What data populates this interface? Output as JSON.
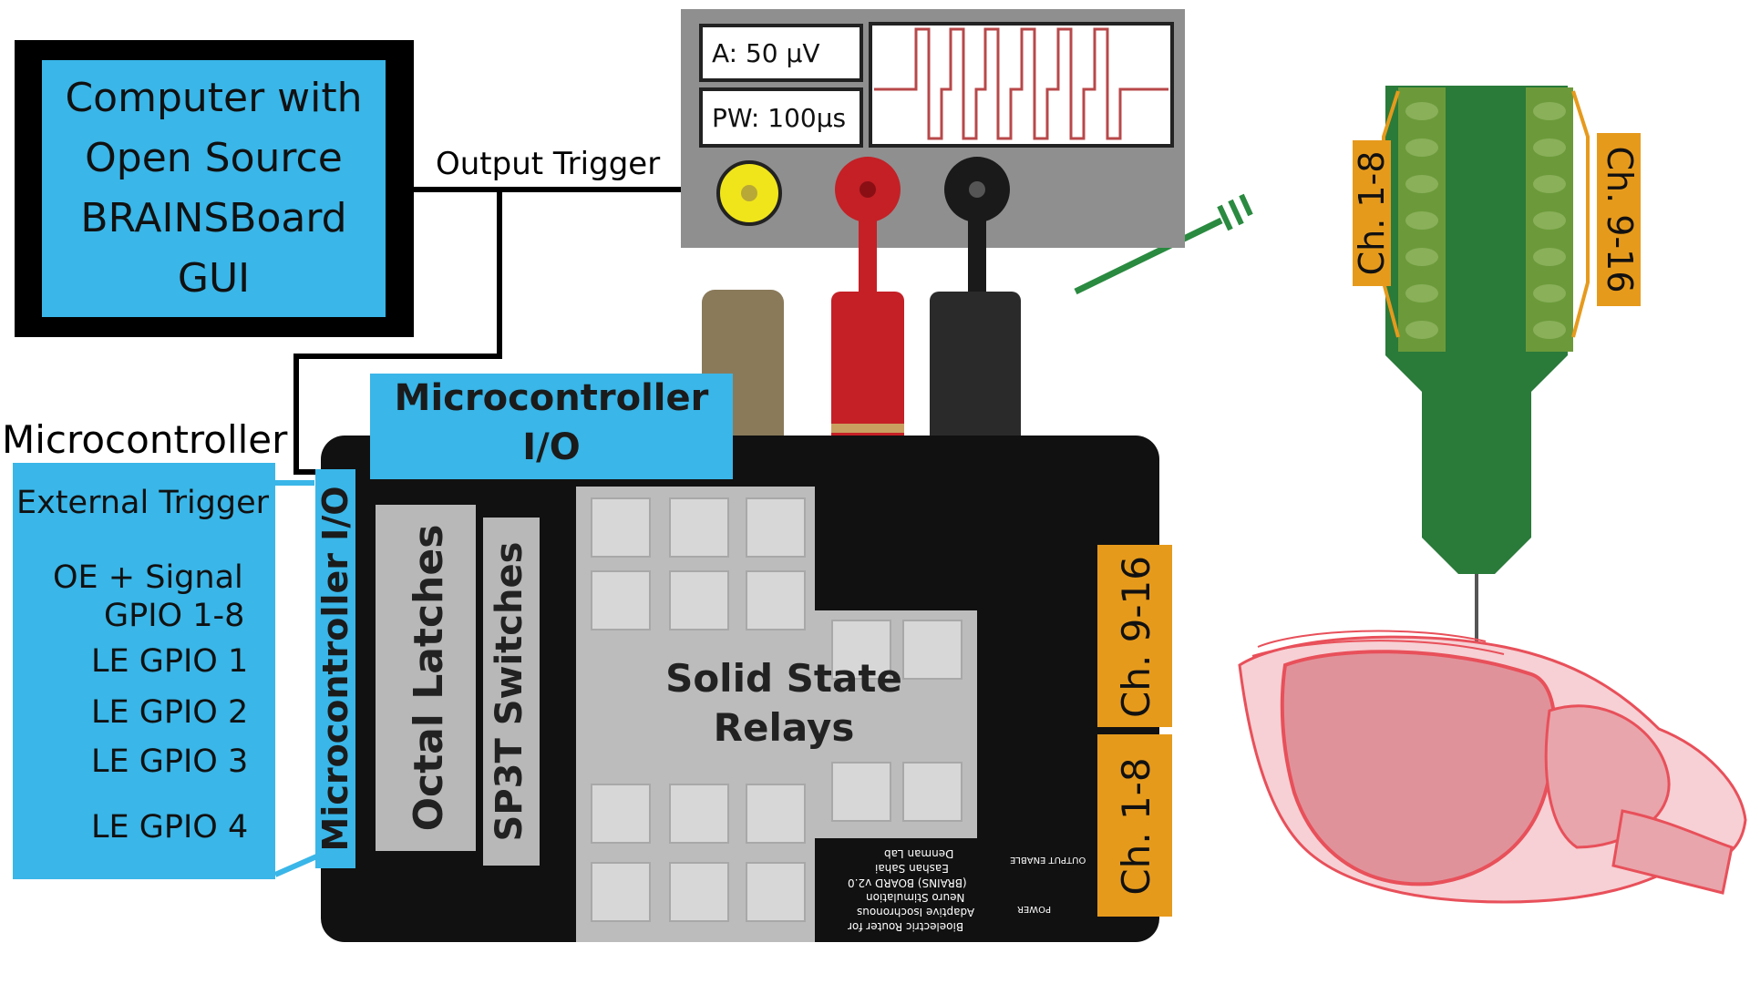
{
  "computer": {
    "lines": [
      "Computer with",
      "Open Source",
      "BRAINSBoard",
      "GUI"
    ]
  },
  "output_trigger_label": "Output Trigger",
  "microcontroller_label": "Microcontroller",
  "io_panel": {
    "external_trigger": "External Trigger",
    "oe_signal": "OE + Signal",
    "gpio_1_8": "GPIO 1-8",
    "le_gpio_1": "LE GPIO 1",
    "le_gpio_2": "LE GPIO 2",
    "le_gpio_3": "LE GPIO 3",
    "le_gpio_4": "LE GPIO 4"
  },
  "stimulator": {
    "amplitude": "A: 50 μV",
    "pulse_width": "PW: 100μs"
  },
  "board": {
    "mcu_header_label": "Microcontroller I/O",
    "mcu_header_line1": "Microcontroller",
    "mcu_header_line2": "I/O",
    "side_header_label": "Microcontroller I/O",
    "octal_latches": "Octal Latches",
    "sp3t_switches": "SP3T Switches",
    "ssr_line1": "Solid State",
    "ssr_line2": "Relays",
    "ch_9_16": "Ch. 9-16",
    "ch_1_8": "Ch. 1-8",
    "silk_lines": [
      "Bioelectric Router for",
      "Adaptive Isochronous",
      "Neuro Stimulation",
      "(BRAINS) BOARD v2.0",
      "Eashan Sahai",
      "Denman Lab"
    ],
    "output_enable": "OUTPUT ENABLE",
    "power": "POWER"
  },
  "probe": {
    "left_channel": "Ch. 1-8",
    "right_channel": "Ch. 9-16"
  },
  "colors": {
    "blue": "#3ab6e8",
    "orange": "#e69a1c",
    "pcb": "#111111",
    "probe_green": "#2a7a3a",
    "pad_green": "#6c9a3a",
    "brain_fill": "#e0929a",
    "brain_outline": "#e8505a",
    "red_lead": "#c42026",
    "black_lead": "#1a1a1a",
    "ground_lead": "#8a7a5a",
    "trigger_yellow": "#f0e51a"
  }
}
